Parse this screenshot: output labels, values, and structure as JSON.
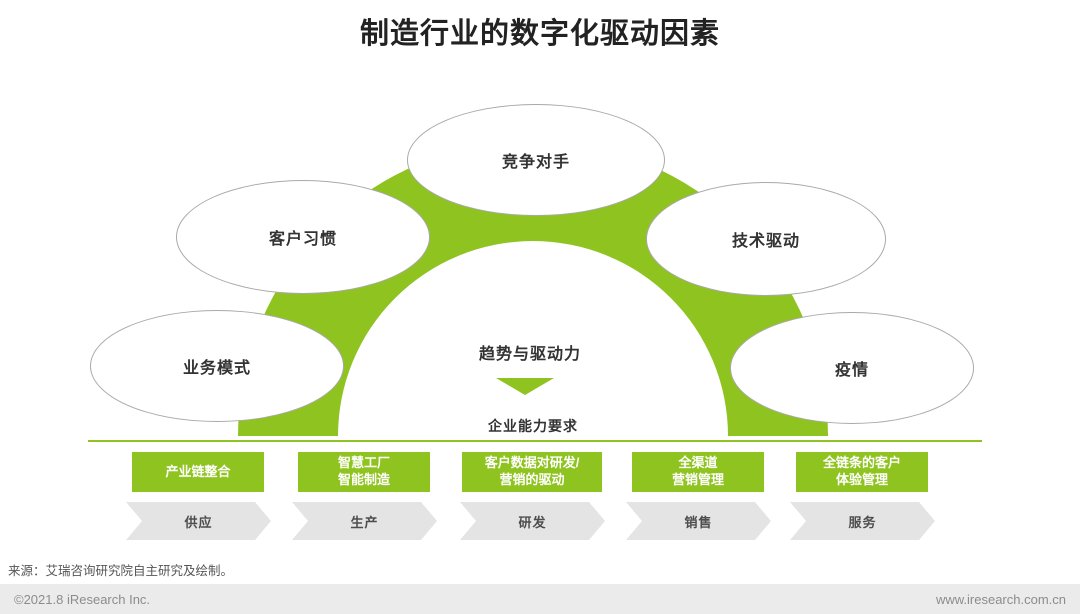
{
  "title": "制造行业的数字化驱动因素",
  "colors": {
    "green": "#8fc320",
    "bubble_border": "#a9a9a9",
    "arrow_gray": "#e4e4e4",
    "footer_bg": "#ebebeb"
  },
  "diagram": {
    "bubbles": [
      {
        "label": "竞争对手"
      },
      {
        "label": "客户习惯"
      },
      {
        "label": "技术驱动"
      },
      {
        "label": "业务模式"
      },
      {
        "label": "疫情"
      }
    ],
    "center_label": "趋势与驱动力",
    "capability_label": "企业能力要求",
    "capabilities": [
      {
        "line1": "产业链整合",
        "line2": ""
      },
      {
        "line1": "智慧工厂",
        "line2": "智能制造"
      },
      {
        "line1": "客户数据对研发/",
        "line2": "营销的驱动"
      },
      {
        "line1": "全渠道",
        "line2": "营销管理"
      },
      {
        "line1": "全链条的客户",
        "line2": "体验管理"
      }
    ],
    "stages": [
      "供应",
      "生产",
      "研发",
      "销售",
      "服务"
    ]
  },
  "source": "来源：艾瑞咨询研究院自主研究及绘制。",
  "footer": {
    "left": "©2021.8 iResearch Inc.",
    "right": "www.iresearch.com.cn"
  }
}
